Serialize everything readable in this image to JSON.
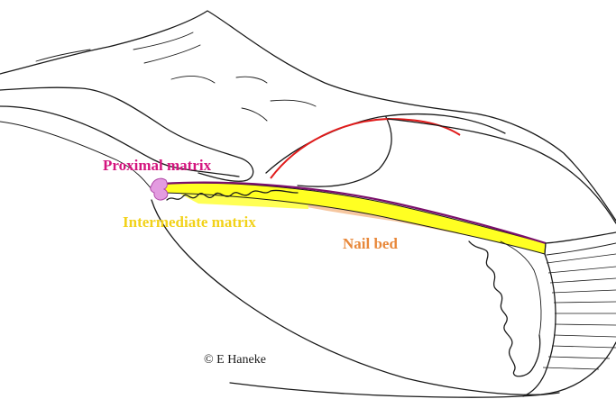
{
  "labels": {
    "proximal_matrix": "Proximal  matrix",
    "intermediate_matrix": "Intermediate matrix",
    "nail_bed": "Nail bed"
  },
  "credit": "© E Haneke",
  "colors": {
    "proximal_matrix": "#d4157f",
    "proximal_matrix_fill": "#e39be0",
    "intermediate_matrix": "#f2d21a",
    "nail_plate_yellow": "#ffff22",
    "nail_bed": "#e8883a",
    "nail_bed_fill": "#f6c7a0",
    "nail_plate_edge": "#7a0f6a",
    "lunula_line": "#e01b1b",
    "outline": "#1a1a1a"
  }
}
